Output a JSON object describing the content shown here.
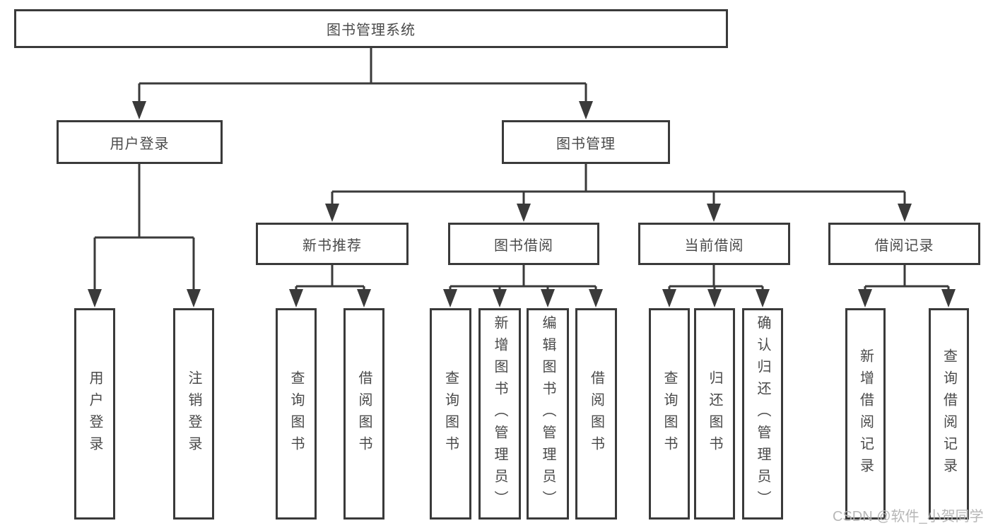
{
  "diagram_title": "图书管理系统",
  "colors": {
    "line": "#3a3a3a",
    "text": "#4a4a4a",
    "watermark": "#b4b4b4",
    "background": "#ffffff"
  },
  "tree": {
    "label": "图书管理系统",
    "children": [
      {
        "label": "用户登录",
        "children": [
          {
            "label": "用户登录"
          },
          {
            "label": "注销登录"
          }
        ]
      },
      {
        "label": "图书管理",
        "children": [
          {
            "label": "新书推荐",
            "children": [
              {
                "label": "查询图书"
              },
              {
                "label": "借阅图书"
              }
            ]
          },
          {
            "label": "图书借阅",
            "children": [
              {
                "label": "查询图书"
              },
              {
                "label": "新增图书（管理员）"
              },
              {
                "label": "编辑图书（管理员）"
              },
              {
                "label": "借阅图书"
              }
            ]
          },
          {
            "label": "当前借阅",
            "children": [
              {
                "label": "查询图书"
              },
              {
                "label": "归还图书"
              },
              {
                "label": "确认归还（管理员）"
              }
            ]
          },
          {
            "label": "借阅记录",
            "children": [
              {
                "label": "新增借阅记录"
              },
              {
                "label": "查询借阅记录"
              }
            ]
          }
        ]
      }
    ]
  },
  "watermark": {
    "text": "CSDN @软件_小贺同学"
  }
}
